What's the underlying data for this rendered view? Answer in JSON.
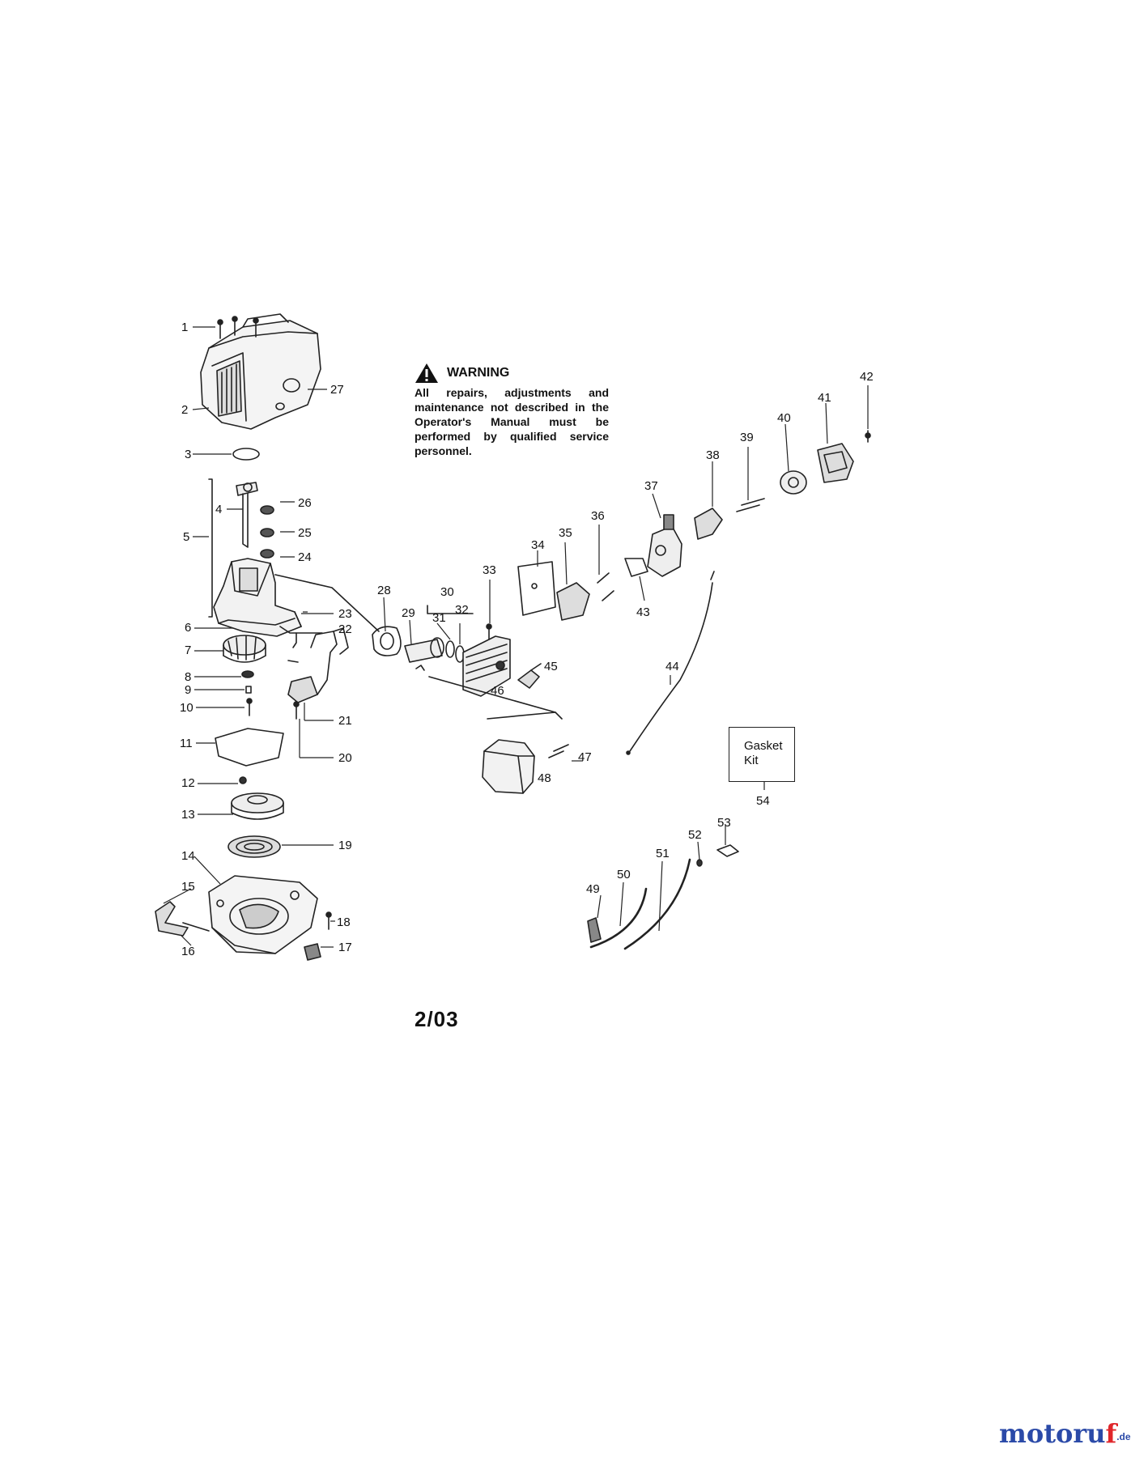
{
  "warning": {
    "title": "WARNING",
    "text": "All repairs, adjustments and maintenance not described in the Operator's Manual must be performed by qualified service personnel."
  },
  "gasket_kit": {
    "label": "Gasket Kit",
    "number": "54"
  },
  "date_code": "2/03",
  "brand": {
    "main": "motoru",
    "accent": "f",
    "suffix": ".de"
  },
  "callouts": [
    "1",
    "2",
    "3",
    "4",
    "5",
    "6",
    "7",
    "8",
    "9",
    "10",
    "11",
    "12",
    "13",
    "14",
    "15",
    "16",
    "17",
    "18",
    "19",
    "20",
    "21",
    "22",
    "23",
    "24",
    "25",
    "26",
    "27",
    "28",
    "29",
    "30",
    "31",
    "32",
    "33",
    "34",
    "35",
    "36",
    "37",
    "38",
    "39",
    "40",
    "41",
    "42",
    "43",
    "44",
    "45",
    "46",
    "47",
    "48",
    "49",
    "50",
    "51",
    "52",
    "53"
  ],
  "colors": {
    "line": "#222222",
    "brand_blue": "#2b4aa8",
    "brand_red": "#e0262b"
  }
}
